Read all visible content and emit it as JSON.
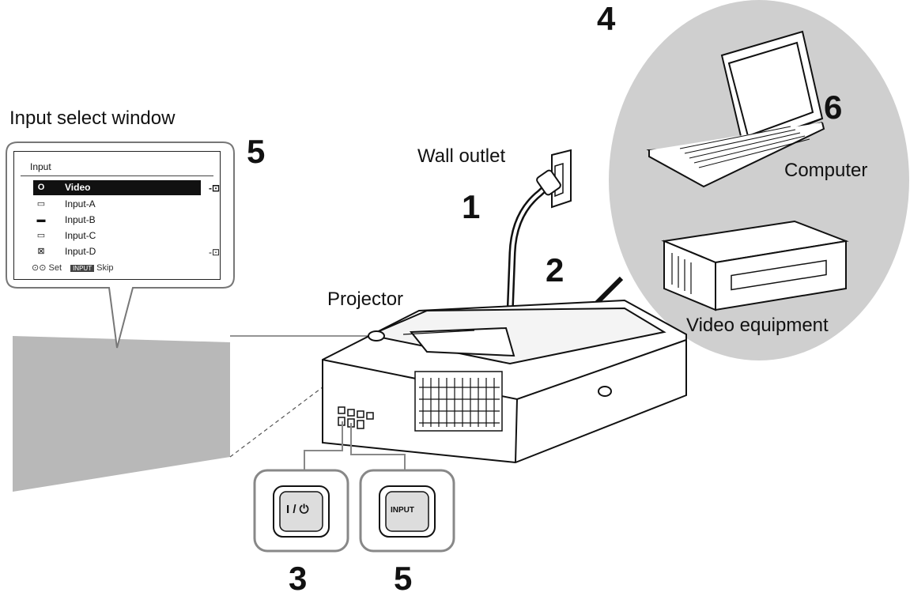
{
  "labels": {
    "input_select_window": "Input select window",
    "wall_outlet": "Wall outlet",
    "projector": "Projector",
    "computer": "Computer",
    "video_equipment": "Video equipment"
  },
  "step_numbers": {
    "step_1": "1",
    "step_2": "2",
    "step_3": "3",
    "step_4": "4",
    "step_5_window": "5",
    "step_5_button": "5",
    "step_6": "6"
  },
  "input_menu": {
    "title": "Input",
    "items": [
      {
        "icon": "O",
        "label": "Video",
        "selected": true,
        "signal": true
      },
      {
        "icon": "▭",
        "label": "Input-A",
        "selected": false,
        "signal": false
      },
      {
        "icon": "▬",
        "label": "Input-B",
        "selected": false,
        "signal": false
      },
      {
        "icon": "▭",
        "label": "Input-C",
        "selected": false,
        "signal": false
      },
      {
        "icon": "⊠",
        "label": "Input-D",
        "selected": false,
        "signal": true
      }
    ],
    "footer_set": "Set",
    "footer_key": "INPUT",
    "footer_skip": "Skip"
  },
  "buttons": {
    "power_symbol": "I / ⏻",
    "input_button_text": "INPUT"
  },
  "colors": {
    "device_circle": "#cfcfcf",
    "screen": "#b8b8b8",
    "line": "#222222"
  }
}
